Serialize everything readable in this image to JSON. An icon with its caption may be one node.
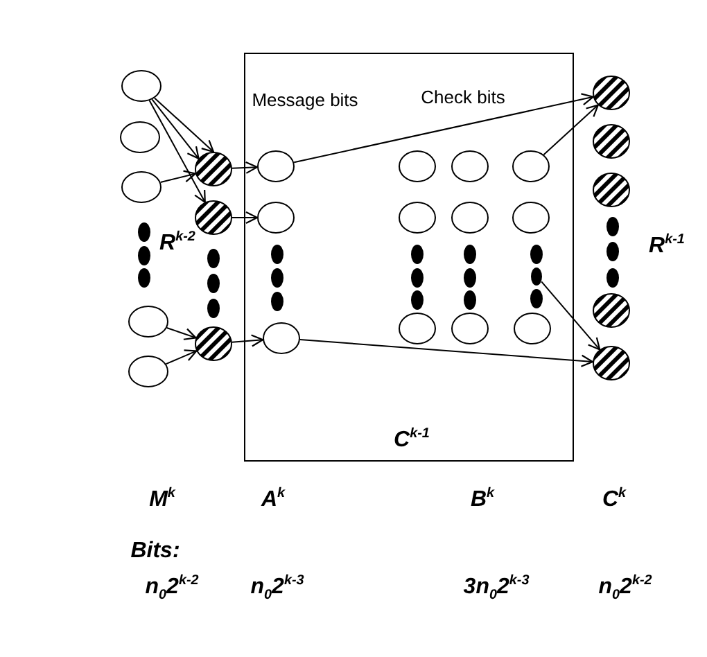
{
  "diagram": {
    "nodes": [
      {
        "text": [],
        "shape": "circle"
      },
      {
        "text": [],
        "shape": "circle"
      },
      {
        "text": [],
        "shape": "circle"
      },
      {
        "text": [],
        "shape": "circle"
      },
      {
        "text": [],
        "shape": "circle"
      },
      {
        "text": [],
        "shape": "circle"
      },
      {
        "text": [],
        "shape": "circle"
      },
      {
        "text": [],
        "shape": "circle"
      },
      {
        "text": [
          "C$^{k-1}$"
        ]
      },
      {
        "text": [],
        "shape": "circle",
        "in": 8
      },
      {
        "text": [],
        "shape": "circle",
        "in": 8
      },
      {
        "text": [],
        "shape": "circle",
        "in": 8
      },
      {
        "text": [],
        "shape": "circle",
        "in": 8
      },
      {
        "text": [],
        "shape": "circle",
        "in": 8
      },
      {
        "text": [],
        "shape": "circle",
        "in": 8
      },
      {
        "text": [],
        "shape": "circle",
        "in": 8
      },
      {
        "text": [],
        "shape": "circle",
        "in": 8
      },
      {
        "text": [],
        "shape": "circle",
        "in": 8
      },
      {
        "text": [],
        "shape": "circle",
        "in": 8
      },
      {
        "text": [],
        "shape": "circle",
        "in": 8
      },
      {
        "text": [],
        "shape": "circle",
        "in": 8
      },
      {
        "text": [],
        "shape": "dot",
        "in": 8
      },
      {
        "text": [],
        "shape": "circle"
      },
      {
        "text": [],
        "shape": "circle"
      },
      {
        "text": [],
        "shape": "circle"
      },
      {
        "text": [],
        "shape": "circle"
      },
      {
        "text": [],
        "shape": "circle"
      }
    ],
    "edges": [
      {
        "from": 0,
        "to": 5,
        "arrow": "to"
      },
      {
        "from": 0,
        "to": 5,
        "arrow": "to"
      },
      {
        "from": 0,
        "to": 6,
        "arrow": "to"
      },
      {
        "from": 2,
        "to": 5,
        "arrow": "to"
      },
      {
        "from": 3,
        "to": 7,
        "arrow": "to"
      },
      {
        "from": 4,
        "to": 7,
        "arrow": "to"
      },
      {
        "from": 5,
        "to": 9,
        "arrow": "to"
      },
      {
        "from": 6,
        "to": 10,
        "arrow": "to"
      },
      {
        "from": 7,
        "to": 11,
        "arrow": "to"
      },
      {
        "from": 9,
        "to": 22,
        "arrow": "to"
      },
      {
        "from": 18,
        "to": 22,
        "arrow": "to"
      },
      {
        "from": 11,
        "to": 26,
        "arrow": "to"
      },
      {
        "from": 21,
        "to": 26,
        "arrow": "to"
      }
    ],
    "labels": [
      "Message bits",
      "Check bits",
      "R$^{k-2}$",
      "R$^{k-1}$",
      "M$^{k}$",
      "A$^{k}$",
      "B$^{k}$",
      "C$^{k}$",
      "Bits:",
      "n$_{0}$2$^{k-2}$",
      "n$_{0}$2$^{k-3}$",
      "3n$_{0}$2$^{k-3}$",
      "n$_{0}$2$^{k-2}$"
    ]
  }
}
